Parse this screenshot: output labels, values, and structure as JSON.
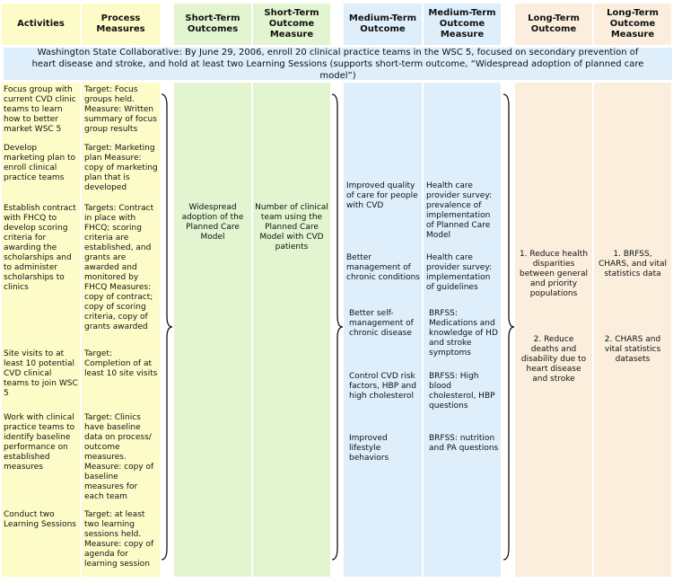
{
  "headers": {
    "activities": "Activities",
    "process_measures": "Process Measures",
    "short_term_outcomes": "Short-Term Outcomes",
    "short_term_outcome_measure": "Short-Term Outcome Measure",
    "medium_term_outcome": "Medium-Term Outcome",
    "medium_term_outcome_measure": "Medium-Term Outcome Measure",
    "long_term_outcome": "Long-Term Outcome",
    "long_term_outcome_measure": "Long-Term Outcome Measure"
  },
  "banner": "Washington State Collaborative: By June 29, 2006, enroll 20 clinical practice teams in the WSC 5, focused on secondary prevention of heart disease and stroke, and hold at least two Learning Sessions (supports short-term outcome, “Widespread adoption of planned care model”)",
  "activities": [
    "Focus group with current CVD clinic teams to learn how to better market WSC 5",
    "Develop marketing plan to enroll clinical practice teams",
    "Establish contract with FHCQ to develop scoring criteria for awarding the scholarships and to administer scholarships to clinics",
    "Site visits to at least 10 potential CVD clinical teams to join WSC 5",
    "Work with clinical practice teams to identify baseline performance on established measures",
    "Conduct two Learning Sessions"
  ],
  "process_measures": [
    "Target: Focus groups held. Measure: Written summary of focus group results",
    "Target: Marketing plan Measure: copy of marketing plan that is developed",
    "Targets: Contract in place with FHCQ; scoring criteria are established, and grants are awarded and monitored by FHCQ Measures: copy of contract; copy of scoring criteria, copy of grants awarded",
    "Target: Completion of at least 10 site visits",
    "Target: Clinics have baseline data on process/ outcome measures. Measure: copy of baseline measures for each team",
    "Target: at least two learning sessions held. Measure: copy of agenda for learning session"
  ],
  "short_term_outcome": "Widespread adoption of the Planned Care Model",
  "short_term_measure": "Number of clinical team using the Planned Care Model with CVD patients",
  "medium_outcomes": [
    "Improved quality of care for people with CVD",
    "Better management of chronic conditions",
    "Better self-management of chronic disease",
    "Control CVD risk factors, HBP and high cholesterol",
    "Improved lifestyle behaviors"
  ],
  "medium_measures": [
    "Health care provider survey: prevalence of implementation of Planned Care Model",
    "Health care provider survey: implementation of guidelines",
    "BRFSS: Medications and knowledge of HD and stroke symptoms",
    "BRFSS: High blood cholesterol, HBP questions",
    "BRFSS: nutrition and PA questions"
  ],
  "long_outcomes": [
    "1. Reduce health disparities between general and priority populations",
    "2. Reduce deaths and disability due to heart disease and stroke"
  ],
  "long_measures": [
    "1. BRFSS, CHARS, and vital statistics data",
    "2. CHARS and vital statistics datasets"
  ],
  "colors": {
    "yellow": "#fdfcc8",
    "green": "#e2f5d0",
    "blue": "#deeefb",
    "peach": "#fbeedd"
  }
}
